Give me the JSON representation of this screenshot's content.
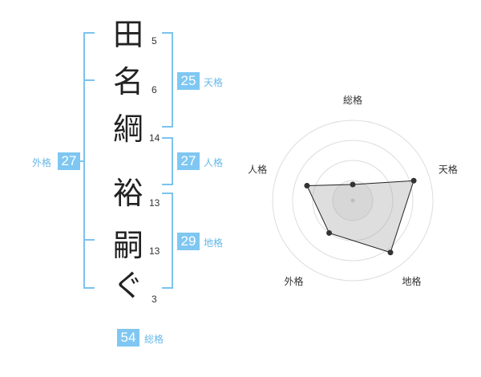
{
  "name_chars": [
    {
      "char": "田",
      "strokes": "5"
    },
    {
      "char": "名",
      "strokes": "6"
    },
    {
      "char": "綱",
      "strokes": "14"
    },
    {
      "char": "裕",
      "strokes": "13"
    },
    {
      "char": "嗣",
      "strokes": "13"
    },
    {
      "char": "ぐ",
      "strokes": "3"
    }
  ],
  "kaku": {
    "tenkaku": {
      "value": "25",
      "label": "天格"
    },
    "jinkaku": {
      "value": "27",
      "label": "人格"
    },
    "chikaku": {
      "value": "29",
      "label": "地格"
    },
    "gaikaku": {
      "value": "27",
      "label": "外格"
    },
    "soukaku": {
      "value": "54",
      "label": "総格"
    }
  },
  "colors": {
    "accent": "#7fc7f2",
    "accent_text": "#67b8e8"
  },
  "chart_data": {
    "type": "radar",
    "axes": [
      "総格",
      "天格",
      "地格",
      "外格",
      "人格"
    ],
    "values": [
      0.2,
      0.8,
      0.8,
      0.5,
      0.6
    ],
    "range": [
      0,
      1
    ],
    "rings": 4
  }
}
